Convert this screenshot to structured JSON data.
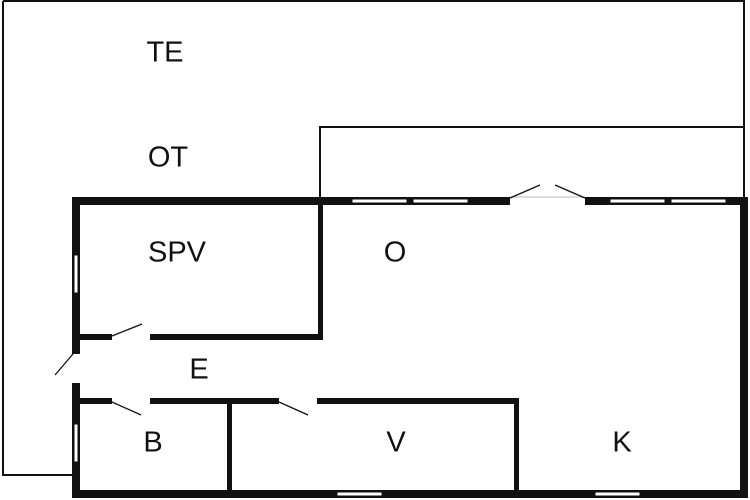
{
  "rooms": {
    "terrace": "TE",
    "outdoor_terrace": "OT",
    "bedroom": "SPV",
    "living": "O",
    "entrance": "E",
    "bath": "B",
    "utility": "V",
    "kitchen": "K"
  }
}
